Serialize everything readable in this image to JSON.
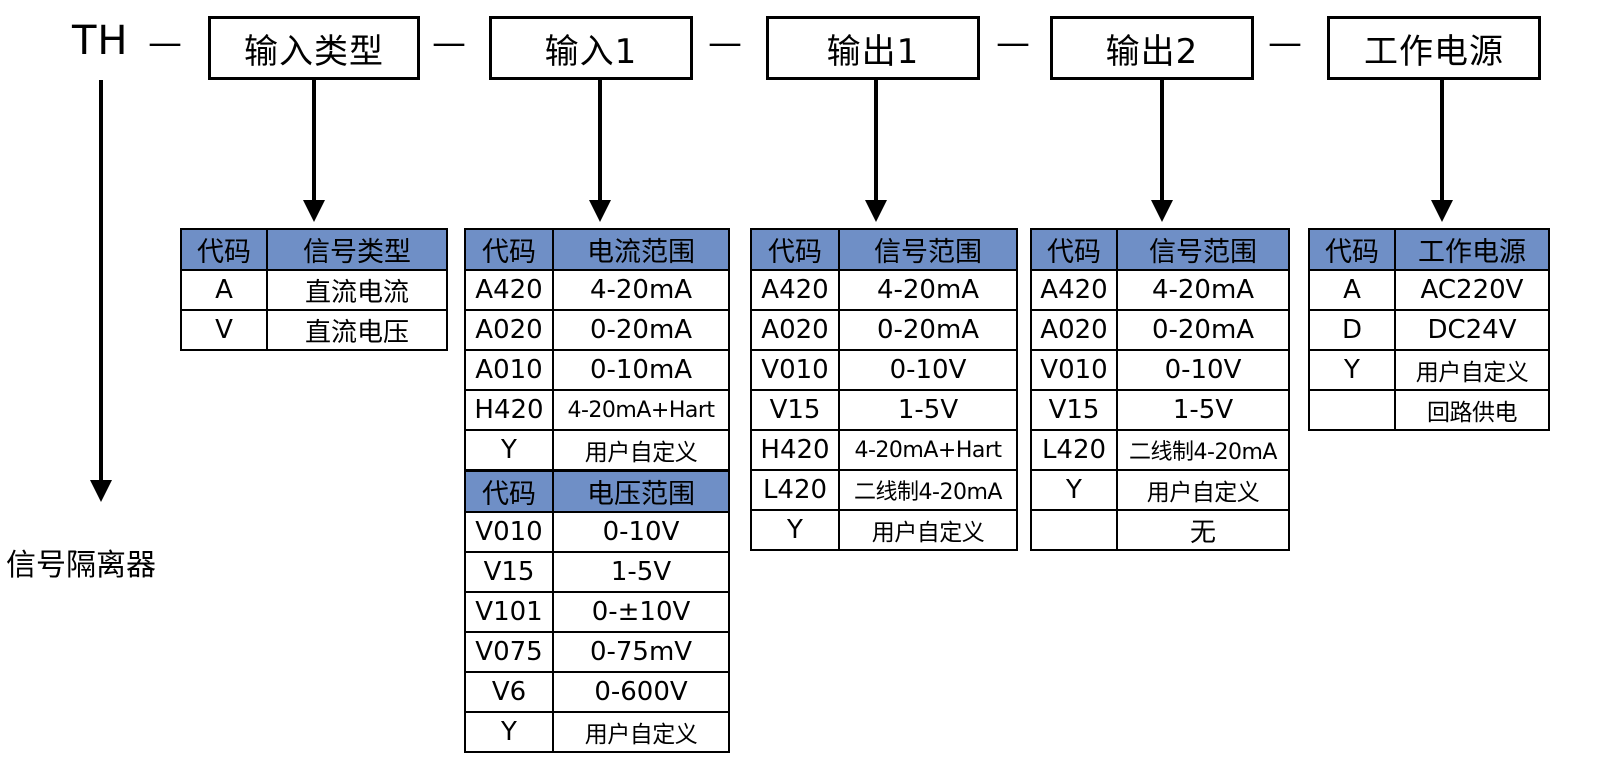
{
  "model_code": {
    "prefix": "TH",
    "separator": "—",
    "segments": [
      {
        "label": "输入类型"
      },
      {
        "label": "输入1"
      },
      {
        "label": "输出1"
      },
      {
        "label": "输出2"
      },
      {
        "label": "工作电源"
      }
    ]
  },
  "product_caption": "信号隔离器",
  "colors": {
    "header_blue": "#6f8fc6",
    "border": "#000000",
    "background": "#ffffff"
  },
  "tables": [
    {
      "id": "input-type",
      "headers": [
        "代码",
        "信号类型"
      ],
      "rows": [
        [
          "A",
          "直流电流"
        ],
        [
          "V",
          "直流电压"
        ]
      ]
    },
    {
      "id": "input1-current",
      "headers": [
        "代码",
        "电流范围"
      ],
      "rows": [
        [
          "A420",
          "4-20mA"
        ],
        [
          "A020",
          "0-20mA"
        ],
        [
          "A010",
          "0-10mA"
        ],
        [
          "H420",
          "4-20mA+Hart"
        ],
        [
          "Y",
          "用户自定义"
        ]
      ]
    },
    {
      "id": "input1-voltage",
      "headers": [
        "代码",
        "电压范围"
      ],
      "rows": [
        [
          "V010",
          "0-10V"
        ],
        [
          "V15",
          "1-5V"
        ],
        [
          "V101",
          "0-±10V"
        ],
        [
          "V075",
          "0-75mV"
        ],
        [
          "V6",
          "0-600V"
        ],
        [
          "Y",
          "用户自定义"
        ]
      ]
    },
    {
      "id": "output1",
      "headers": [
        "代码",
        "信号范围"
      ],
      "rows": [
        [
          "A420",
          "4-20mA"
        ],
        [
          "A020",
          "0-20mA"
        ],
        [
          "V010",
          "0-10V"
        ],
        [
          "V15",
          "1-5V"
        ],
        [
          "H420",
          "4-20mA+Hart"
        ],
        [
          "L420",
          "二线制4-20mA"
        ],
        [
          "Y",
          "用户自定义"
        ]
      ]
    },
    {
      "id": "output2",
      "headers": [
        "代码",
        "信号范围"
      ],
      "rows": [
        [
          "A420",
          "4-20mA"
        ],
        [
          "A020",
          "0-20mA"
        ],
        [
          "V010",
          "0-10V"
        ],
        [
          "V15",
          "1-5V"
        ],
        [
          "L420",
          "二线制4-20mA"
        ],
        [
          "Y",
          "用户自定义"
        ],
        [
          "",
          "无"
        ]
      ]
    },
    {
      "id": "power-supply",
      "headers": [
        "代码",
        "工作电源"
      ],
      "rows": [
        [
          "A",
          "AC220V"
        ],
        [
          "D",
          "DC24V"
        ],
        [
          "Y",
          "用户自定义"
        ],
        [
          "",
          "回路供电"
        ]
      ]
    }
  ]
}
